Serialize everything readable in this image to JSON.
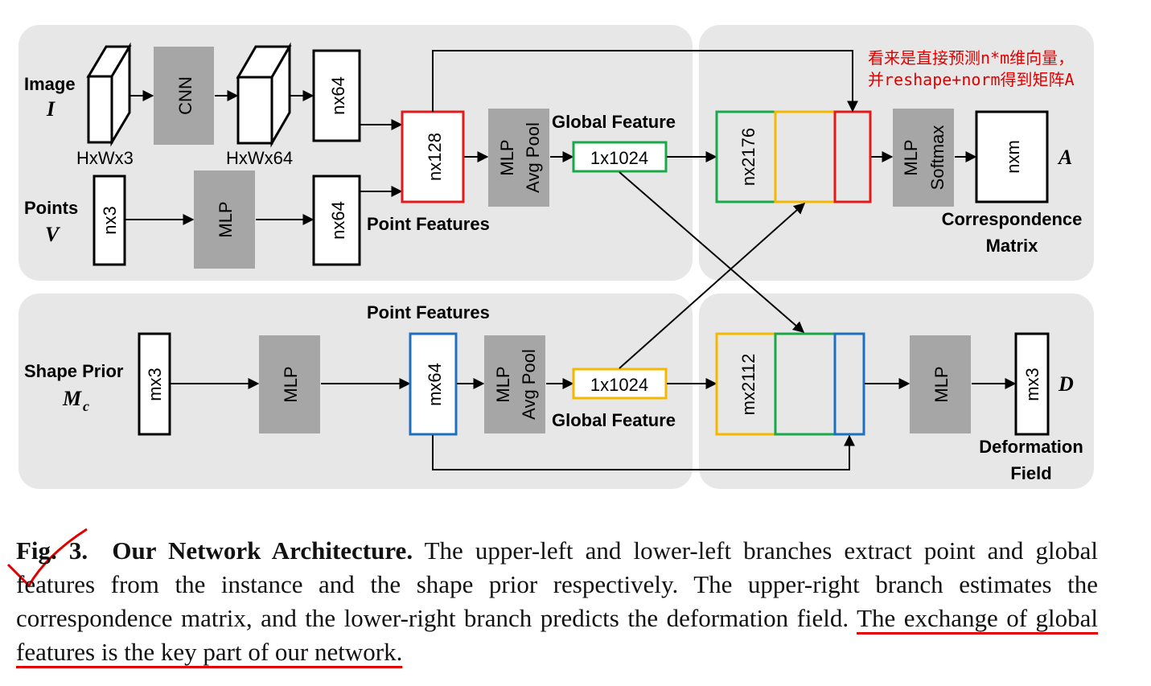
{
  "diagram": {
    "inputs": {
      "image": "Image",
      "image_sym": "I",
      "points": "Points",
      "points_sym": "V",
      "shape_prior": "Shape Prior",
      "shape_prior_sym": "M",
      "shape_prior_sub": "c"
    },
    "dims": {
      "hxwx3": "HxWx3",
      "hxwx64": "HxWx64",
      "nx3": "nx3",
      "nx64_img": "nx64",
      "nx64_pts": "nx64",
      "nx128": "nx128",
      "mx3_in": "mx3",
      "mx64": "mx64",
      "top_global": "1x1024",
      "bottom_global": "1x1024",
      "nx2176": "nx2176",
      "mx2112": "mx2112",
      "nxm": "nxm",
      "mx3_out": "mx3"
    },
    "modules": {
      "cnn": "CNN",
      "mlp_points": "MLP",
      "mlp_prior": "MLP",
      "top_mlp": "MLP",
      "top_avgpool": "Avg Pool",
      "bottom_mlp": "MLP",
      "bottom_avgpool": "Avg Pool",
      "corr_mlp": "MLP",
      "softmax": "Softmax",
      "deform_mlp": "MLP"
    },
    "labels": {
      "global_feature_top": "Global Feature",
      "global_feature_bottom": "Global Feature",
      "point_features_top": "Point Features",
      "point_features_bottom": "Point Features",
      "correspondence_line1": "Correspondence",
      "correspondence_line2": "Matrix",
      "output_A": "A",
      "deformation_line1": "Deformation",
      "deformation_line2": "Field",
      "output_D": "D"
    },
    "annotation": {
      "line1": "看来是直接预测n*m维向量，",
      "line2": "并reshape+norm得到矩阵A"
    },
    "colors": {
      "red": "#e41a1a",
      "green": "#1aa84a",
      "yellow": "#f5b800",
      "blue": "#1f6fbf",
      "panel": "#e7e7e7",
      "module_gray": "#a6a6a6"
    }
  },
  "caption": {
    "fig_label": "Fig. 3.",
    "title": "Our Network Architecture.",
    "body": "The upper-left and lower-left branches extract point and global features from the instance and the shape prior respectively. The upper-right branch estimates the correspondence matrix, and the lower-right branch predicts the deformation field.",
    "highlight": "The exchange of global features is the key part of our network."
  }
}
